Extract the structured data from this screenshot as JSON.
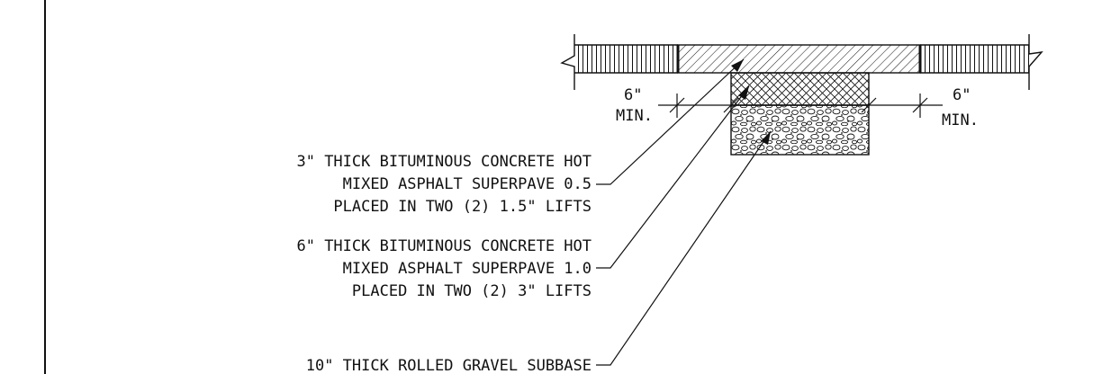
{
  "labels": {
    "dim_left_value": "6\"",
    "dim_left_suffix": "MIN.",
    "dim_right_value": "6\"",
    "dim_right_suffix": "MIN."
  },
  "callouts": [
    {
      "lines": [
        "3\" THICK BITUMINOUS CONCRETE HOT",
        "MIXED ASPHALT SUPERPAVE 0.5",
        "PLACED IN TWO (2) 1.5\" LIFTS"
      ]
    },
    {
      "lines": [
        "6\" THICK BITUMINOUS CONCRETE HOT",
        "MIXED ASPHALT SUPERPAVE 1.0",
        "PLACED IN TWO (2) 3\" LIFTS"
      ]
    },
    {
      "lines": [
        "10\" THICK ROLLED GRAVEL SUBBASE"
      ]
    }
  ],
  "colors": {
    "ink": "#111111",
    "background": "#ffffff"
  }
}
